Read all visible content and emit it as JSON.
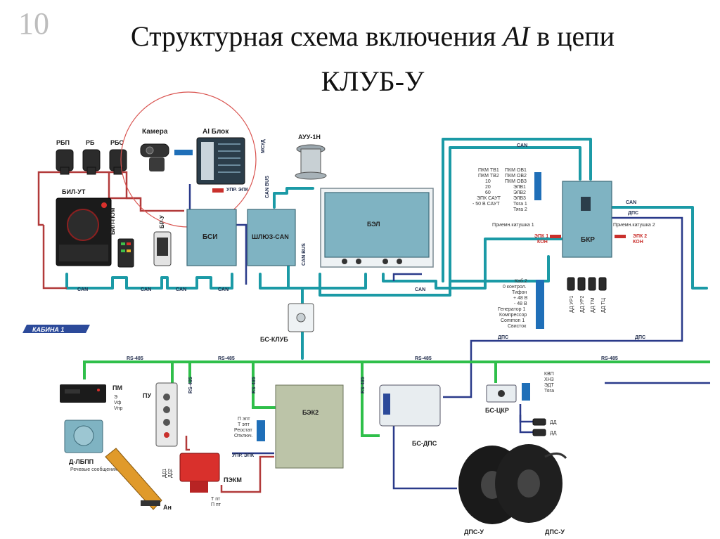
{
  "slide_number": "10",
  "title": {
    "line1_pre": "Структурная схема включения ",
    "line1_em": "AI",
    "line1_post": " в цепи",
    "line2": "КЛУБ-У"
  },
  "colors": {
    "can": "#1b9aa6",
    "rs485": "#2fbf4a",
    "power": "#b23a3a",
    "dps": "#2a3a8a",
    "device": "#7fb3c2",
    "highlight": "#d9534f"
  },
  "devices": {
    "rbp": "РБП",
    "rb": "РБ",
    "rbs": "РБС",
    "camera": "Камера",
    "ai_block": "AI Блок",
    "auu": "АУУ-1Н",
    "bil_ut": "БИЛ-УТ",
    "bil_pom": "БИЛ-ПОМ",
    "br_u": "БР-У",
    "bsi": "БСИ",
    "gateway": "ШЛЮЗ-CAN",
    "bel": "БЭЛ",
    "bkr": "БКР",
    "bs_klub": "БС-КЛУБ",
    "cabin": "КАБИНА 1",
    "pm": "ПМ",
    "pu": "ПУ",
    "d_lbpp": "Д-ЛБПП",
    "d_lbpp_sub": "Речевые сообщения",
    "bek2": "БЭК2",
    "bs_dps": "БС-ДПС",
    "bs_tskr": "БС-ЦКР",
    "pekm": "ПЭКМ",
    "an": "Ан",
    "dps_u_1": "ДПС-У",
    "dps_u_2": "ДПС-У"
  },
  "bus_labels": {
    "can": "CAN",
    "can_bus": "CAN BUS",
    "rs485": "RS-485",
    "dps": "ДПС",
    "upr_epk": "УПР. ЭПК",
    "msud": "МСУД"
  },
  "bkr_inputs_left": [
    "ПКМ ТВ1",
    "ПКМ ТВ2",
    "10",
    "20",
    "60",
    "ЭПК САУТ",
    "- 50 В САУТ"
  ],
  "bkr_inputs_mid": [
    "ПКМ ОВ1",
    "ПКМ ОВ2",
    "ПКМ ОВ3",
    "ЭЛВ1",
    "ЭЛВ2",
    "ЭЛВ3",
    "Тяга 1",
    "Тяга 2"
  ],
  "bkr_side": {
    "coil1": "Приемн.катушка 1",
    "coil2": "Приемн.катушка 2",
    "epk1": "ЭПК 1",
    "kon1": "КОН",
    "epk2": "ЭПК 2",
    "kon2": "КОН"
  },
  "bkr_bottom_list": [
    "Каб.2",
    "0 контрол.",
    "Тифон",
    "+ 48 В",
    "- 48 В",
    "Генератор 1",
    "Компрессор",
    "Common 1",
    "Свисток"
  ],
  "bkr_sensors": [
    "ДД УР1",
    "ДД УР2",
    "ДД ТМ",
    "ДД ТЦ"
  ],
  "pm_signals": [
    "Э",
    "Vф",
    "Vпр"
  ],
  "bek2_inputs": [
    "П эпт",
    "Т эпт",
    "Реостат",
    "Отключ."
  ],
  "tskr_signals": [
    "КВП",
    "ХН3",
    "ЭДТ",
    "Тяга"
  ],
  "tskr_dd": [
    "ДД",
    "ДД"
  ],
  "an_signals": [
    "ДД1",
    "ДД2"
  ],
  "pekm_signals": [
    "Т пт",
    "П пт"
  ]
}
